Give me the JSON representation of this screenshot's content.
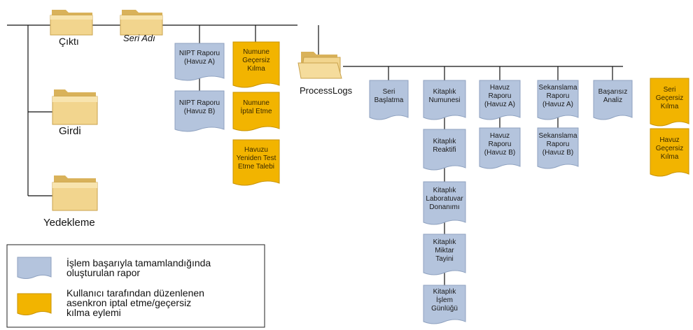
{
  "folders": {
    "cikti": "Çıktı",
    "seri_adi": "Seri Adı",
    "girdi": "Girdi",
    "yedekleme": "Yedekleme",
    "processlogs": "ProcessLogs"
  },
  "reports": {
    "nipt_a": [
      "NIPT Raporu",
      "(Havuz A)"
    ],
    "nipt_b": [
      "NIPT Raporu",
      "(Havuz B)"
    ],
    "numune_gecersiz": [
      "Numune",
      "Geçersiz",
      "Kılma"
    ],
    "numune_iptal": [
      "Numune",
      "İptal Etme"
    ],
    "havuzu_yeniden": [
      "Havuzu",
      "Yeniden Test",
      "Etme Talebi"
    ],
    "seri_baslatma": [
      "Seri",
      "Başlatma"
    ],
    "kitaplik_numunesi": [
      "Kitaplık",
      "Numunesi"
    ],
    "kitaplik_reaktifi": [
      "Kitaplık",
      "Reaktifi"
    ],
    "kitaplik_lab": [
      "Kitaplık",
      "Laboratuvar",
      "Donanımı"
    ],
    "kitaplik_miktar": [
      "Kitaplık",
      "Miktar",
      "Tayini"
    ],
    "kitaplik_islem": [
      "Kitaplık",
      "İşlem",
      "Günlüğü"
    ],
    "havuz_raporu_a": [
      "Havuz",
      "Raporu",
      "(Havuz A)"
    ],
    "havuz_raporu_b": [
      "Havuz",
      "Raporu",
      "(Havuz B)"
    ],
    "sekanslama_a": [
      "Sekanslama",
      "Raporu",
      "(Havuz A)"
    ],
    "sekanslama_b": [
      "Sekanslama",
      "Raporu",
      "(Havuz B)"
    ],
    "basarisiz_analiz": [
      "Başarısız",
      "Analiz"
    ],
    "seri_gecersiz": [
      "Seri",
      "Geçersiz",
      "Kılma"
    ],
    "havuz_gecersiz": [
      "Havuz",
      "Geçersiz",
      "Kılma"
    ]
  },
  "legend": {
    "report": [
      "İşlem başarıyla tamamlandığında",
      "oluşturulan rapor"
    ],
    "action": [
      "Kullanıcı tarafından düzenlenen",
      "asenkron iptal etme/geçersiz",
      "kılma eylemi"
    ]
  },
  "colors": {
    "report_fill": "#b4c4dd",
    "report_stroke": "#8fa2c0",
    "action_fill": "#f2b400",
    "action_stroke": "#c99300",
    "folder_fill": "#f2d58e",
    "folder_dark": "#d9b25a",
    "line": "#111111"
  }
}
